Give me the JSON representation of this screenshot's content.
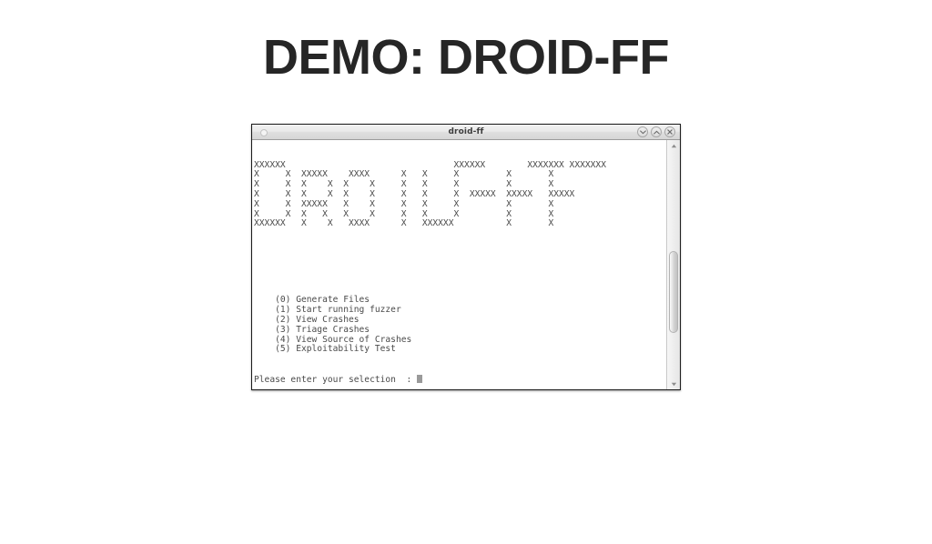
{
  "slide": {
    "title": "DEMO: DROID-FF"
  },
  "terminal": {
    "window_title": "droid-ff",
    "window_controls": [
      {
        "name": "minimize",
        "glyph": "chevron-down"
      },
      {
        "name": "maximize",
        "glyph": "chevron-up"
      },
      {
        "name": "close",
        "glyph": "cross"
      }
    ],
    "ascii_banner": "XXXXXX                                XXXXXX        XXXXXXX XXXXXXX\nX     X  XXXXX    XXXX      X   X     X         X       X\nX     X  X    X  X    X     X   X     X         X       X\nX     X  X    X  X    X     X   X     X  XXXXX  XXXXX   XXXXX\nX     X  XXXXX   X    X     X   X     X         X       X\nX     X  X   X   X    X     X   X     X         X       X\nXXXXXX   X    X   XXXX      X   XXXXXX          X       X",
    "menu": [
      "    (0) Generate Files",
      "    (1) Start running fuzzer",
      "    (2) View Crashes",
      "    (3) Triage Crashes",
      "    (4) View Source of Crashes",
      "    (5) Exploitability Test"
    ],
    "prompt": "Please enter your selection  : ",
    "cursor": "block-cursor",
    "scrollbar": {
      "up_arrow": "triangle-up-icon",
      "down_arrow": "triangle-down-icon",
      "thumb_position_percent": 69
    }
  },
  "colors": {
    "page_background": "#ffffff",
    "title_text": "#262626",
    "terminal_text": "#4a4a4a",
    "terminal_background": "#ffffff",
    "window_border": "#1a1a1a",
    "titlebar_text": "#3c3c3c"
  }
}
